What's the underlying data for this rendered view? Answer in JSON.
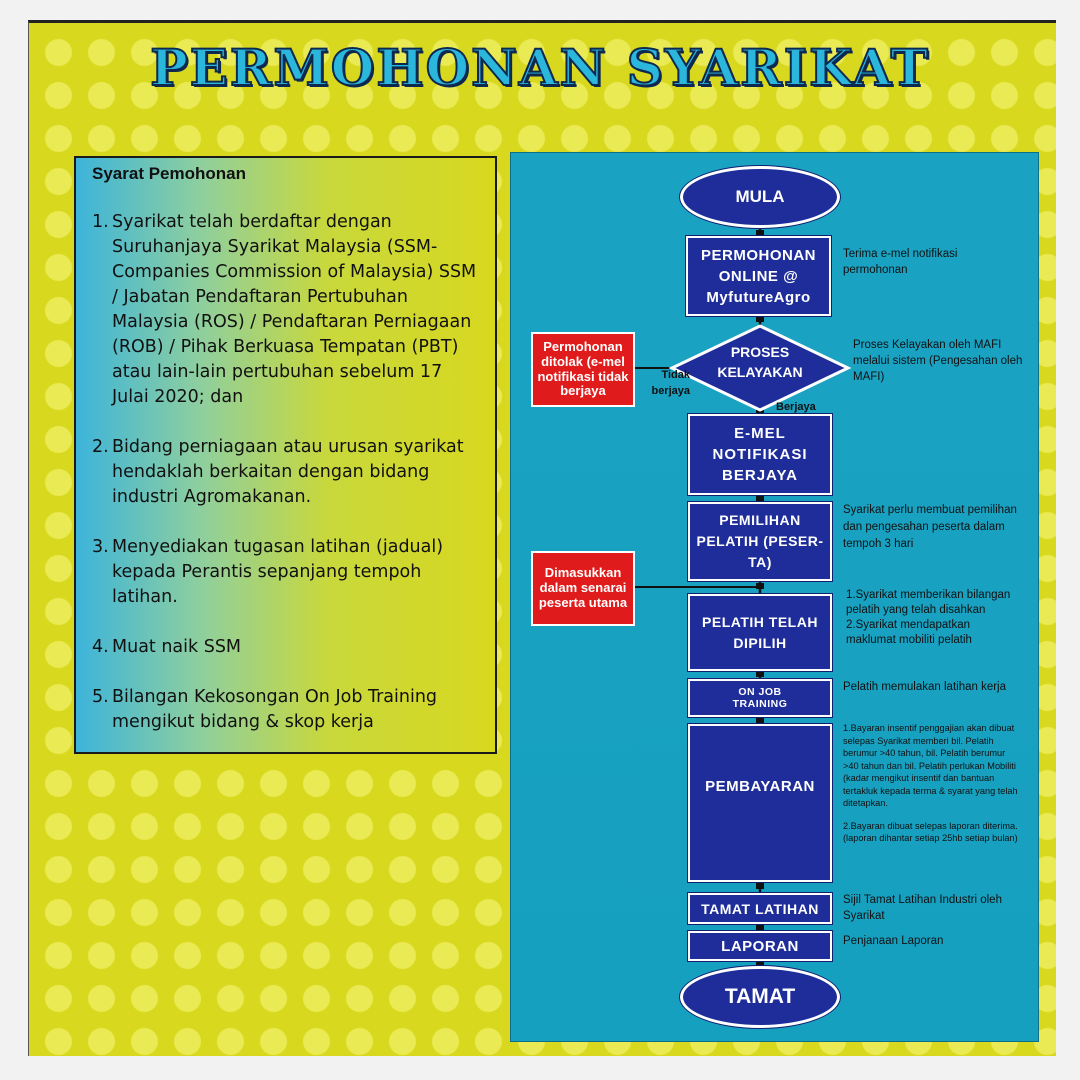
{
  "title": "PERMOHONAN SYARIKAT",
  "requirements": {
    "heading": "Syarat Pemohonan",
    "items": [
      {
        "num": "1.",
        "text": "Syarikat telah berdaftar dengan Suruhanjaya Syarikat Malaysia (SSM- Companies Commission of Malaysia) SSM / Jabatan Pendaftaran Pertubuhan Malaysia (ROS) / Pendaftaran Perniagaan (ROB) / Pihak Berkuasa Tempatan (PBT) atau lain-lain pertubuhan sebelum 17 Julai 2020; dan"
      },
      {
        "num": "2.",
        "text": "Bidang perniagaan atau urusan syarikat hendaklah berkaitan dengan bidang industri Agromakanan."
      },
      {
        "num": "3.",
        "text": "Menyediakan tugasan latihan (jadual) kepada Perantis sepanjang tempoh latihan."
      },
      {
        "num": "4.",
        "text": "Muat naik SSM"
      },
      {
        "num": "5.",
        "text": "Bilangan Kekosongan On Job Training mengikut bidang & skop kerja"
      }
    ]
  },
  "flow": {
    "start": "MULA",
    "end": "TAMAT",
    "steps": {
      "online": "PERMOHONAN ONLINE @ MyfutureAgro",
      "proses": "PROSES KELAYAKAN",
      "emel": "E-MEL NOTIFIKASI BERJAYA",
      "pemilihan": "PEMILIHAN PELATIH (PESER-TA)",
      "dipilih": "PELATIH TELAH DIPILIH",
      "ojt": "ON JOB TRAINING",
      "pembayaran": "PEMBAYARAN",
      "tamat_latihan": "TAMAT LATIHAN",
      "laporan": "LAPORAN"
    },
    "side": {
      "ditolak": "Permohonan ditolak (e-mel notifikasi tidak berjaya",
      "senarai": "Dimasukkan dalam senarai peserta utama"
    },
    "labels": {
      "tidak_berjaya": "Tidak berjaya",
      "berjaya": "Berjaya"
    },
    "notes": {
      "online": "Terima e-mel notifikasi permohonan",
      "proses": "Proses Kelayakan oleh MAFI melalui sistem (Pengesahan oleh MAFI)",
      "pemilihan": "Syarikat perlu membuat pemilihan dan pengesahan peserta dalam tempoh 3 hari",
      "dipilih_1": "1.Syarikat memberikan bilangan pelatih yang telah disahkan",
      "dipilih_2": "2.Syarikat mendapatkan maklumat mobiliti pelatih",
      "ojt": "Pelatih memulakan latihan kerja",
      "bayaran_1": "1.Bayaran insentif penggajian akan dibuat selepas Syarikat memberi bil. Pelatih berumur >40 tahun, bil. Pelatih berumur >40 tahun dan bil. Pelatih perlukan Mobiliti (kadar mengikut insentif dan bantuan tertakluk kepada terma & syarat yang telah ditetapkan.",
      "bayaran_2": "2.Bayaran dibuat selepas laporan diterima. (laporan dihantar setiap 25hb setiap bulan)",
      "tamat_latihan": "Sijil Tamat Latihan Industri oleh Syarikat",
      "laporan": "Penjanaan Laporan"
    }
  },
  "colors": {
    "background": "#d8d81e",
    "panel": "#1aa2c2",
    "box": "#1e2d9a",
    "red": "#e01b1b",
    "title": "#2bb6dc"
  }
}
